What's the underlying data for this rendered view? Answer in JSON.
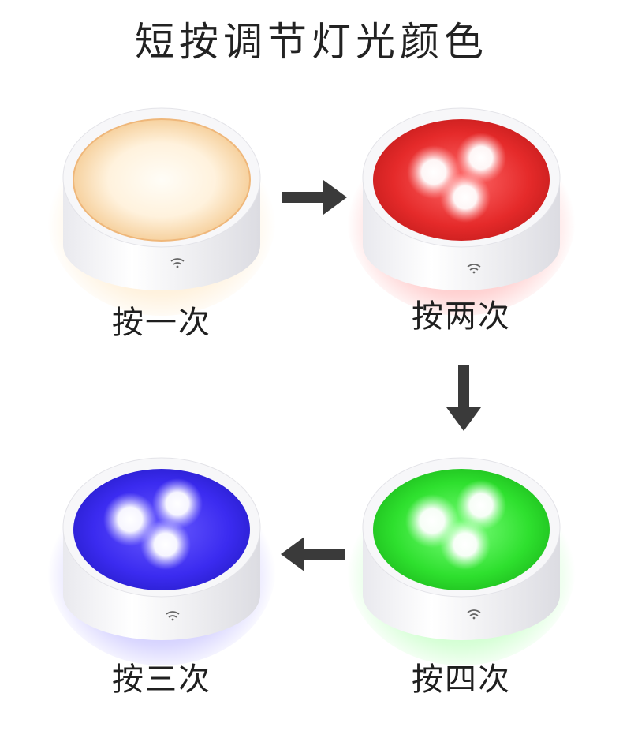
{
  "title": "短按调节灯光颜色",
  "steps": [
    {
      "label": "按一次",
      "color": "#ffd79a"
    },
    {
      "label": "按两次",
      "color": "#e52a2a"
    },
    {
      "label": "按三次",
      "color": "#3b2bf0"
    },
    {
      "label": "按四次",
      "color": "#2ee02e"
    }
  ],
  "icons": {
    "sensor": "wireless-sensor-icon",
    "arrow_right": "arrow-right-icon",
    "arrow_down": "arrow-down-icon",
    "arrow_left": "arrow-left-icon"
  },
  "colors": {
    "warm_white": "#ffd79a",
    "red": "#e52a2a",
    "blue": "#3b2bf0",
    "green": "#2ee02e",
    "arrow": "#3a3a3a"
  }
}
